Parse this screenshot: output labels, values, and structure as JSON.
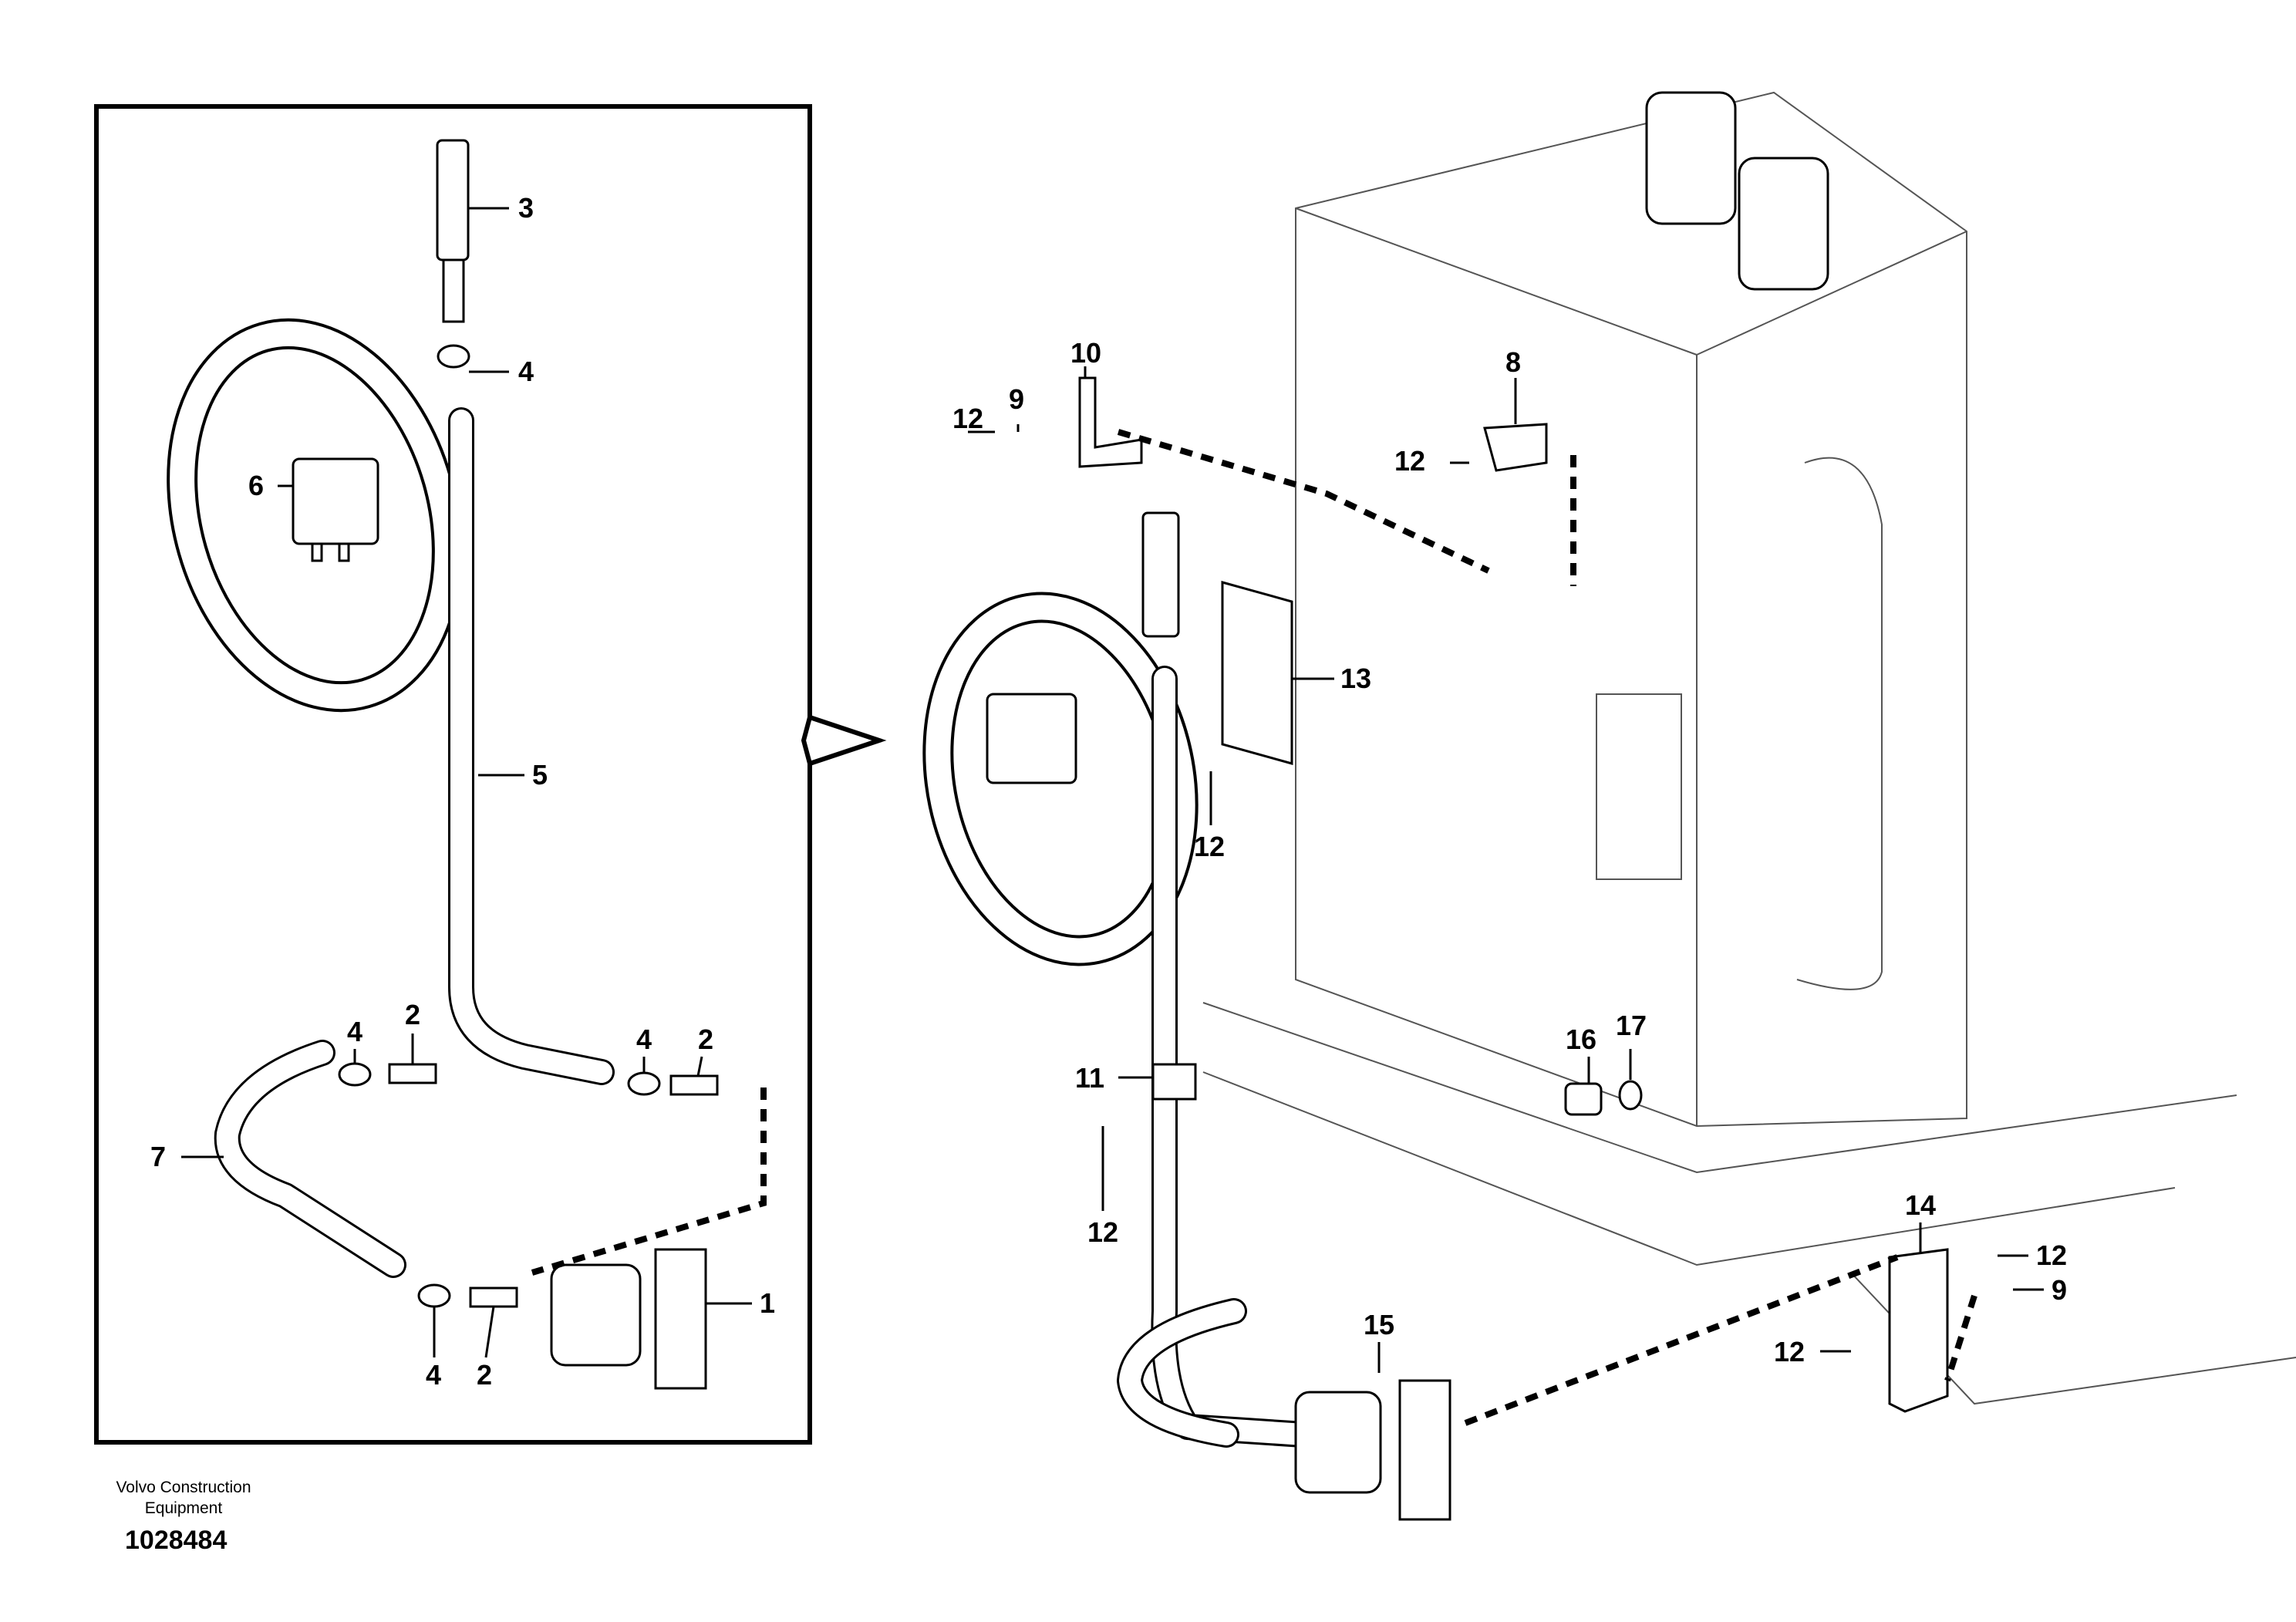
{
  "detail_callouts": {
    "c1": "1",
    "c2a": "2",
    "c2b": "2",
    "c2c": "2",
    "c3": "3",
    "c4a": "4",
    "c4b": "4",
    "c4c": "4",
    "c4d": "4",
    "c5": "5",
    "c6": "6",
    "c7": "7"
  },
  "main_callouts": {
    "c8": "8",
    "c9a": "9",
    "c9b": "9",
    "c10": "10",
    "c11": "11",
    "c12a": "12",
    "c12b": "12",
    "c12c": "12",
    "c12d": "12",
    "c12e": "12",
    "c12f": "12",
    "c13": "13",
    "c14": "14",
    "c15": "15",
    "c16": "16",
    "c17": "17"
  },
  "footer": {
    "company_line1": "Volvo Construction",
    "company_line2": "Equipment",
    "drawing_number": "1028484"
  }
}
